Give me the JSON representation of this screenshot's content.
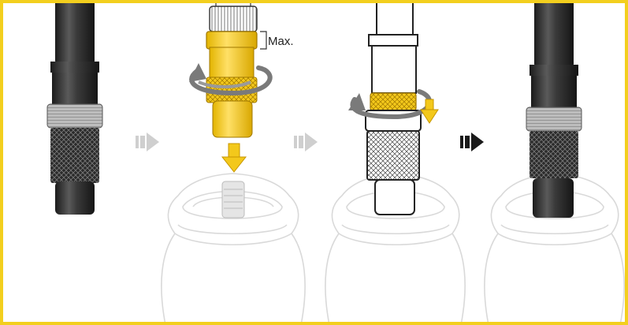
{
  "diagram": {
    "steps": [
      {
        "id": "step-1"
      },
      {
        "id": "step-2",
        "label": "Max."
      },
      {
        "id": "step-3"
      },
      {
        "id": "step-4"
      }
    ]
  },
  "colors": {
    "border": "#F3CF1E",
    "accent_yellow": "#F3C81B",
    "accent_yellow_dark": "#C79600",
    "rotate_arrow_gray": "#7A7A7A",
    "step_arrow_light": "#CFCFCF",
    "step_arrow_dark": "#1A1A1A",
    "body_dark": "#2B2B2B",
    "outline_light": "#D9D9D9"
  },
  "icons": {
    "step_arrow_1": "double-right-arrow-light-icon",
    "step_arrow_2": "double-right-arrow-light-icon",
    "step_arrow_3": "double-right-arrow-dark-icon",
    "rotate_arrow": "rotate-arrow-icon",
    "down_arrow": "down-arrow-icon"
  }
}
